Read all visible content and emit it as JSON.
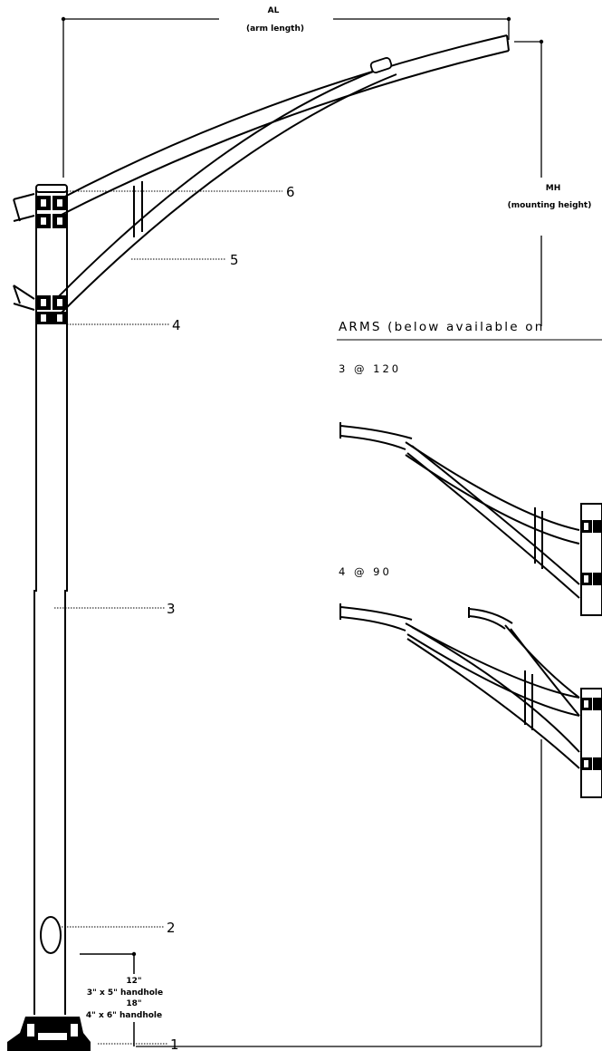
{
  "dimensions": {
    "arm_length_label": "AL",
    "arm_length_caption": "(arm length)",
    "mounting_height_label": "MH",
    "mounting_height_caption": "(mounting height)"
  },
  "callouts": [
    "1",
    "2",
    "3",
    "4",
    "5",
    "6"
  ],
  "handholes": {
    "upper_height": "12\"",
    "upper_size": "3\" x 5\" handhole",
    "lower_height": "18\"",
    "lower_size": "4\" x 6\" handhole"
  },
  "arms_section": {
    "heading": "ARMS (below available on",
    "options": [
      "3 @ 120",
      "4 @ 90"
    ]
  }
}
